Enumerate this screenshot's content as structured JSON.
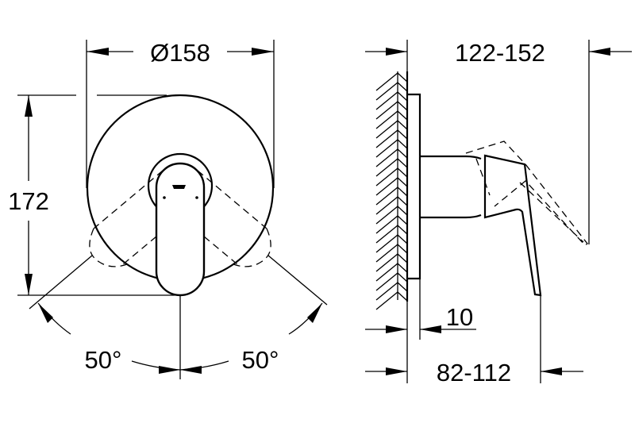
{
  "front_view": {
    "diameter_label": "Ø158",
    "height_label": "172",
    "angle_left_label": "50°",
    "angle_right_label": "50°"
  },
  "side_view": {
    "projection_label": "122-152",
    "plate_thickness_label": "10",
    "lever_projection_label": "82-112"
  },
  "colors": {
    "line": "#000000",
    "background": "#ffffff"
  }
}
